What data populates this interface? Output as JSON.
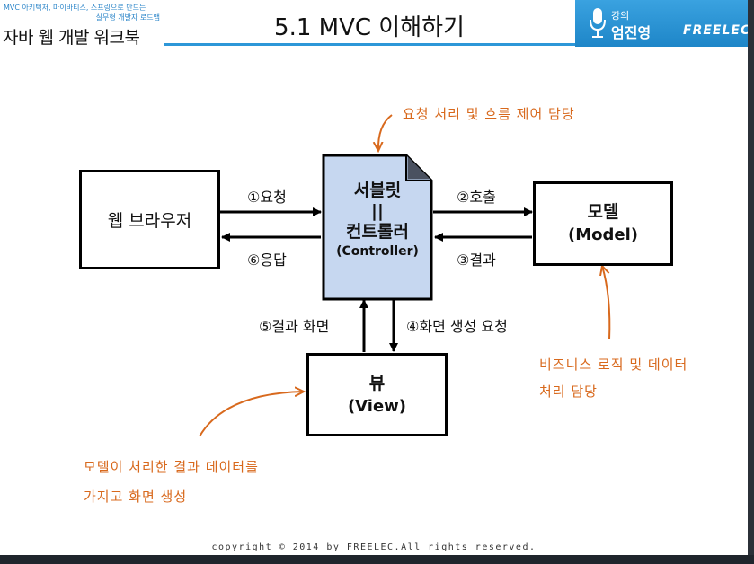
{
  "header": {
    "book_subtitle_line1": "MVC 아키텍처, 마이바티스, 스프링으로 만드는",
    "book_subtitle_line2": "실무형 개발자 로드맵",
    "book_title": "자바 웹 개발 워크북",
    "slide_title": "5.1 MVC 이해하기",
    "lecturer_role": "강의",
    "lecturer_name": "엄진영",
    "publisher": "FREELEC"
  },
  "diagram": {
    "browser": "웹 브라우저",
    "controller": {
      "line1": "서블릿",
      "line2": "||",
      "line3": "컨트롤러",
      "line4": "(Controller)"
    },
    "model": {
      "line1": "모델",
      "line2": "(Model)"
    },
    "view": {
      "line1": "뷰",
      "line2": "(View)"
    },
    "arrows": {
      "request": "①요청",
      "call": "②호출",
      "result": "③결과",
      "render_request": "④화면 생성 요청",
      "result_screen": "⑤결과 화면",
      "response": "⑥응답"
    },
    "notes": {
      "controller": "요청 처리 및 흐름 제어 담당",
      "model_line1": "비즈니스 로직 및 데이터",
      "model_line2": "처리 담당",
      "view_line1": "모델이 처리한 결과 데이터를",
      "view_line2": "가지고 화면 생성"
    },
    "colors": {
      "controller_fill": "#c6d7f0",
      "note": "#d8691d",
      "accent": "#2d97d8"
    }
  },
  "footer": {
    "copyright": "copyright © 2014 by FREELEC.All rights reserved."
  }
}
